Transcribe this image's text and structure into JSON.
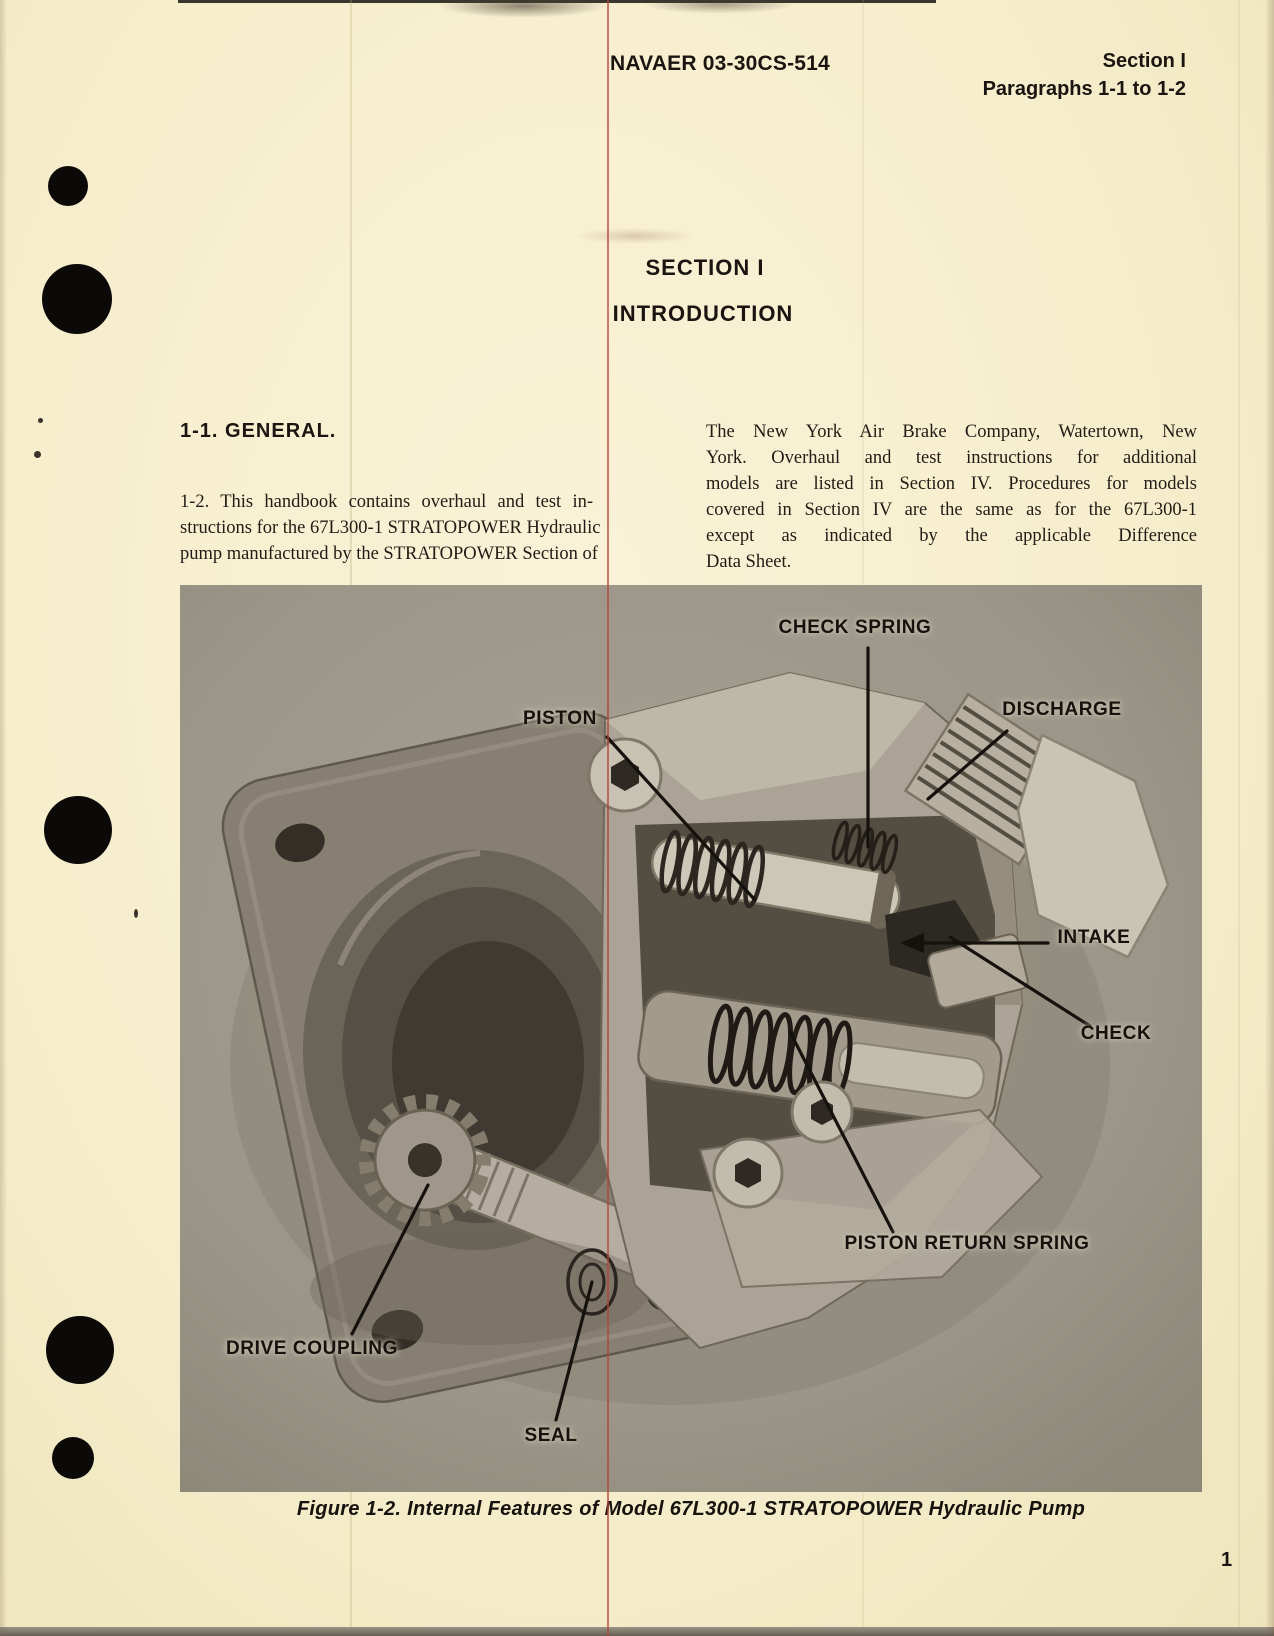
{
  "header": {
    "doc_number": "NAVAER 03-30CS-514",
    "section_line": "Section I",
    "paragraphs_line": "Paragraphs 1-1 to 1-2"
  },
  "titles": {
    "section_title": "SECTION I",
    "section_subtitle": "INTRODUCTION"
  },
  "body": {
    "left_column": {
      "heading": "1-1. GENERAL.",
      "paragraph_lines": [
        "1-2. This handbook contains overhaul and test in-",
        "structions for the 67L300-1 STRATOPOWER Hydraulic",
        "pump manufactured by the STRATOPOWER Section of"
      ]
    },
    "right_column": {
      "paragraph_lines": [
        "The New York Air Brake Company, Watertown, New",
        "York. Overhaul and test instructions for additional",
        "models are listed in Section IV. Procedures for models",
        "covered in Section IV are the same as for the 67L300-1",
        "except as indicated by the applicable Difference",
        "Data Sheet."
      ]
    }
  },
  "figure": {
    "labels": {
      "check_spring": "CHECK SPRING",
      "piston": "PISTON",
      "discharge": "DISCHARGE",
      "intake": "INTAKE",
      "check": "CHECK",
      "piston_return_spring": "PISTON RETURN SPRING",
      "drive_coupling": "DRIVE COUPLING",
      "seal": "SEAL"
    },
    "caption": "Figure 1-2.  Internal Features of Model 67L300-1 STRATOPOWER Hydraulic Pump"
  },
  "footer": {
    "page_number": "1"
  },
  "colors": {
    "paper": "#f6eecd",
    "photo_background": "#9d978a",
    "ink": "#1a1511",
    "red_margin_line": "#b7413a"
  }
}
